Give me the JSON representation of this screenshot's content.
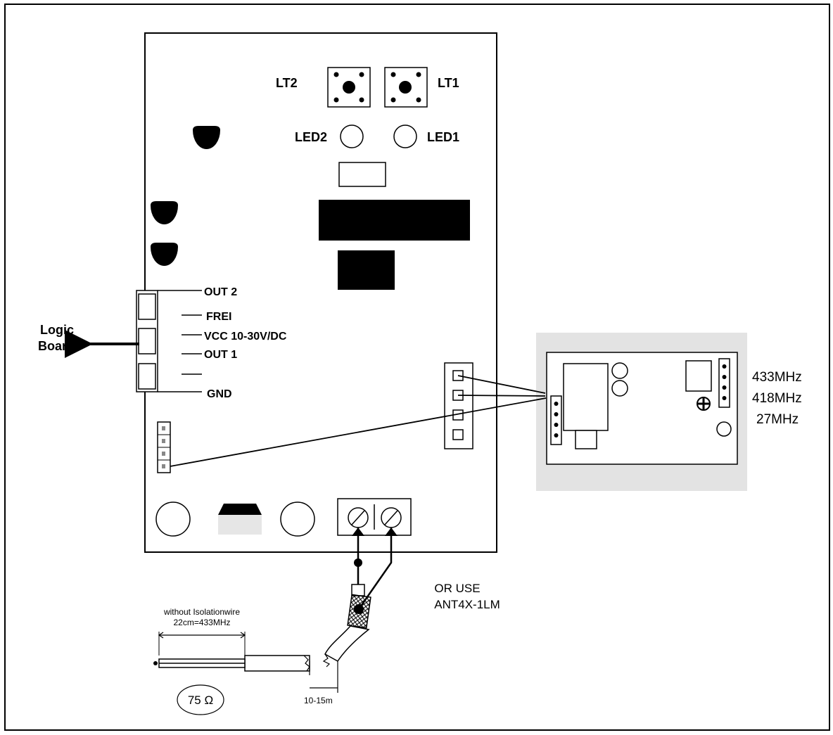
{
  "board": {
    "buttons": {
      "lt2": "LT2",
      "lt1": "LT1"
    },
    "leds": {
      "led2": "LED2",
      "led1": "LED1"
    },
    "terminal": {
      "out2": "OUT 2",
      "frei": "FREI",
      "vcc": "VCC 10-30V/DC",
      "out1": "OUT 1",
      "gnd": "GND"
    },
    "logic_board": {
      "line1": "Logic",
      "line2": "Board"
    }
  },
  "module": {
    "frequencies": [
      "433MHz",
      "418MHz",
      "27MHz"
    ],
    "background_color": "#e3e3e3"
  },
  "antenna": {
    "alt_line1": "OR USE",
    "alt_line2": "ANT4X-1LM",
    "wire_line1": "without Isolationwire",
    "wire_line2": "22cm=433MHz",
    "length": "10-15m",
    "impedance": "75 Ω"
  }
}
